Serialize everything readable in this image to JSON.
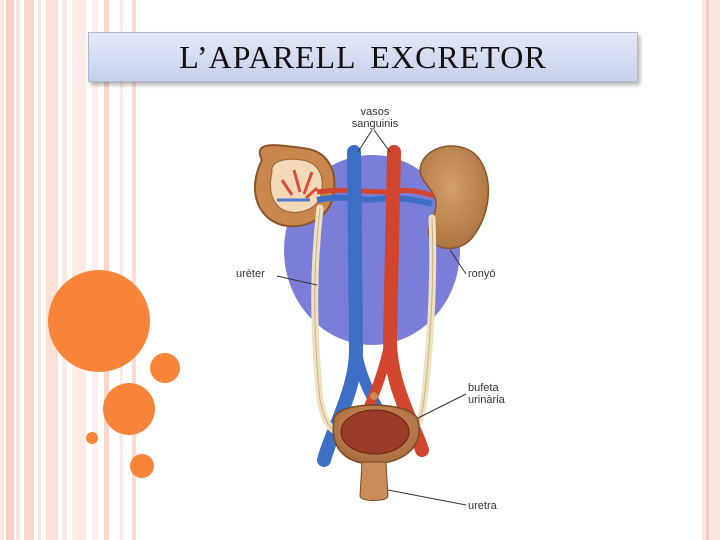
{
  "slide": {
    "title": "L’APARELL  EXCRETOR"
  },
  "diagram": {
    "labels": {
      "vasos_sanguinis_line1": "vasos",
      "vasos_sanguinis_line2": "sanguinis",
      "ureter": "urèter",
      "ronyo": "ronyó",
      "bufeta_line1": "bufeta",
      "bufeta_line2": "urinària",
      "uretra": "uretra"
    },
    "colors": {
      "kidney": "#c58a55",
      "artery": "#d2452e",
      "vein": "#3e6fc7",
      "background_blob": "#7a7ed8",
      "ureter": "#f3e5c8",
      "bladder": "#c77f4a"
    }
  },
  "theme": {
    "accent_dots": "#f8843a",
    "stripe_color": "#f6b3a1"
  }
}
